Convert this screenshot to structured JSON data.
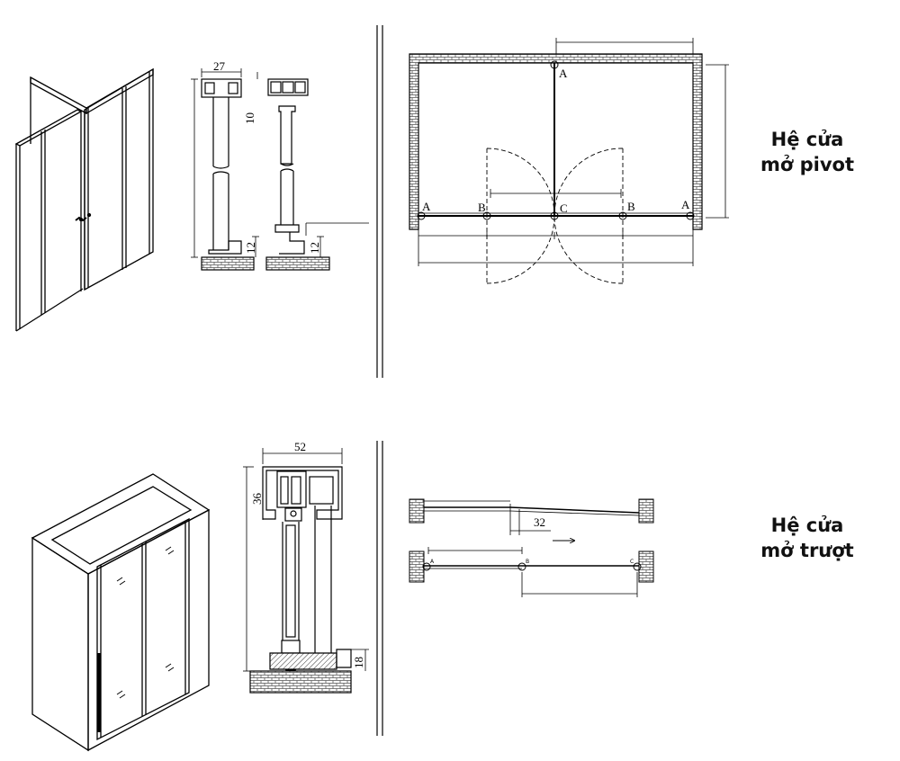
{
  "captions": {
    "pivot": {
      "line1": "Hệ cửa",
      "line2": "mở pivot"
    },
    "sliding": {
      "line1": "Hệ cửa",
      "line2": "mở trượt"
    }
  },
  "pivot_section": {
    "dim_width": "27",
    "dim_top": "10",
    "dim_bottom_left": "12",
    "dim_bottom_right": "12"
  },
  "pivot_plan": {
    "labels": [
      "A",
      "A",
      "B",
      "C",
      "B",
      "A"
    ]
  },
  "sliding_section": {
    "dim_width": "52",
    "dim_height": "36",
    "dim_bottom": "18"
  },
  "sliding_plan": {
    "dim_offset": "32",
    "point_labels": [
      "A",
      "B",
      "C"
    ]
  },
  "colors": {
    "line": "#000000",
    "hatch": "#555555"
  }
}
